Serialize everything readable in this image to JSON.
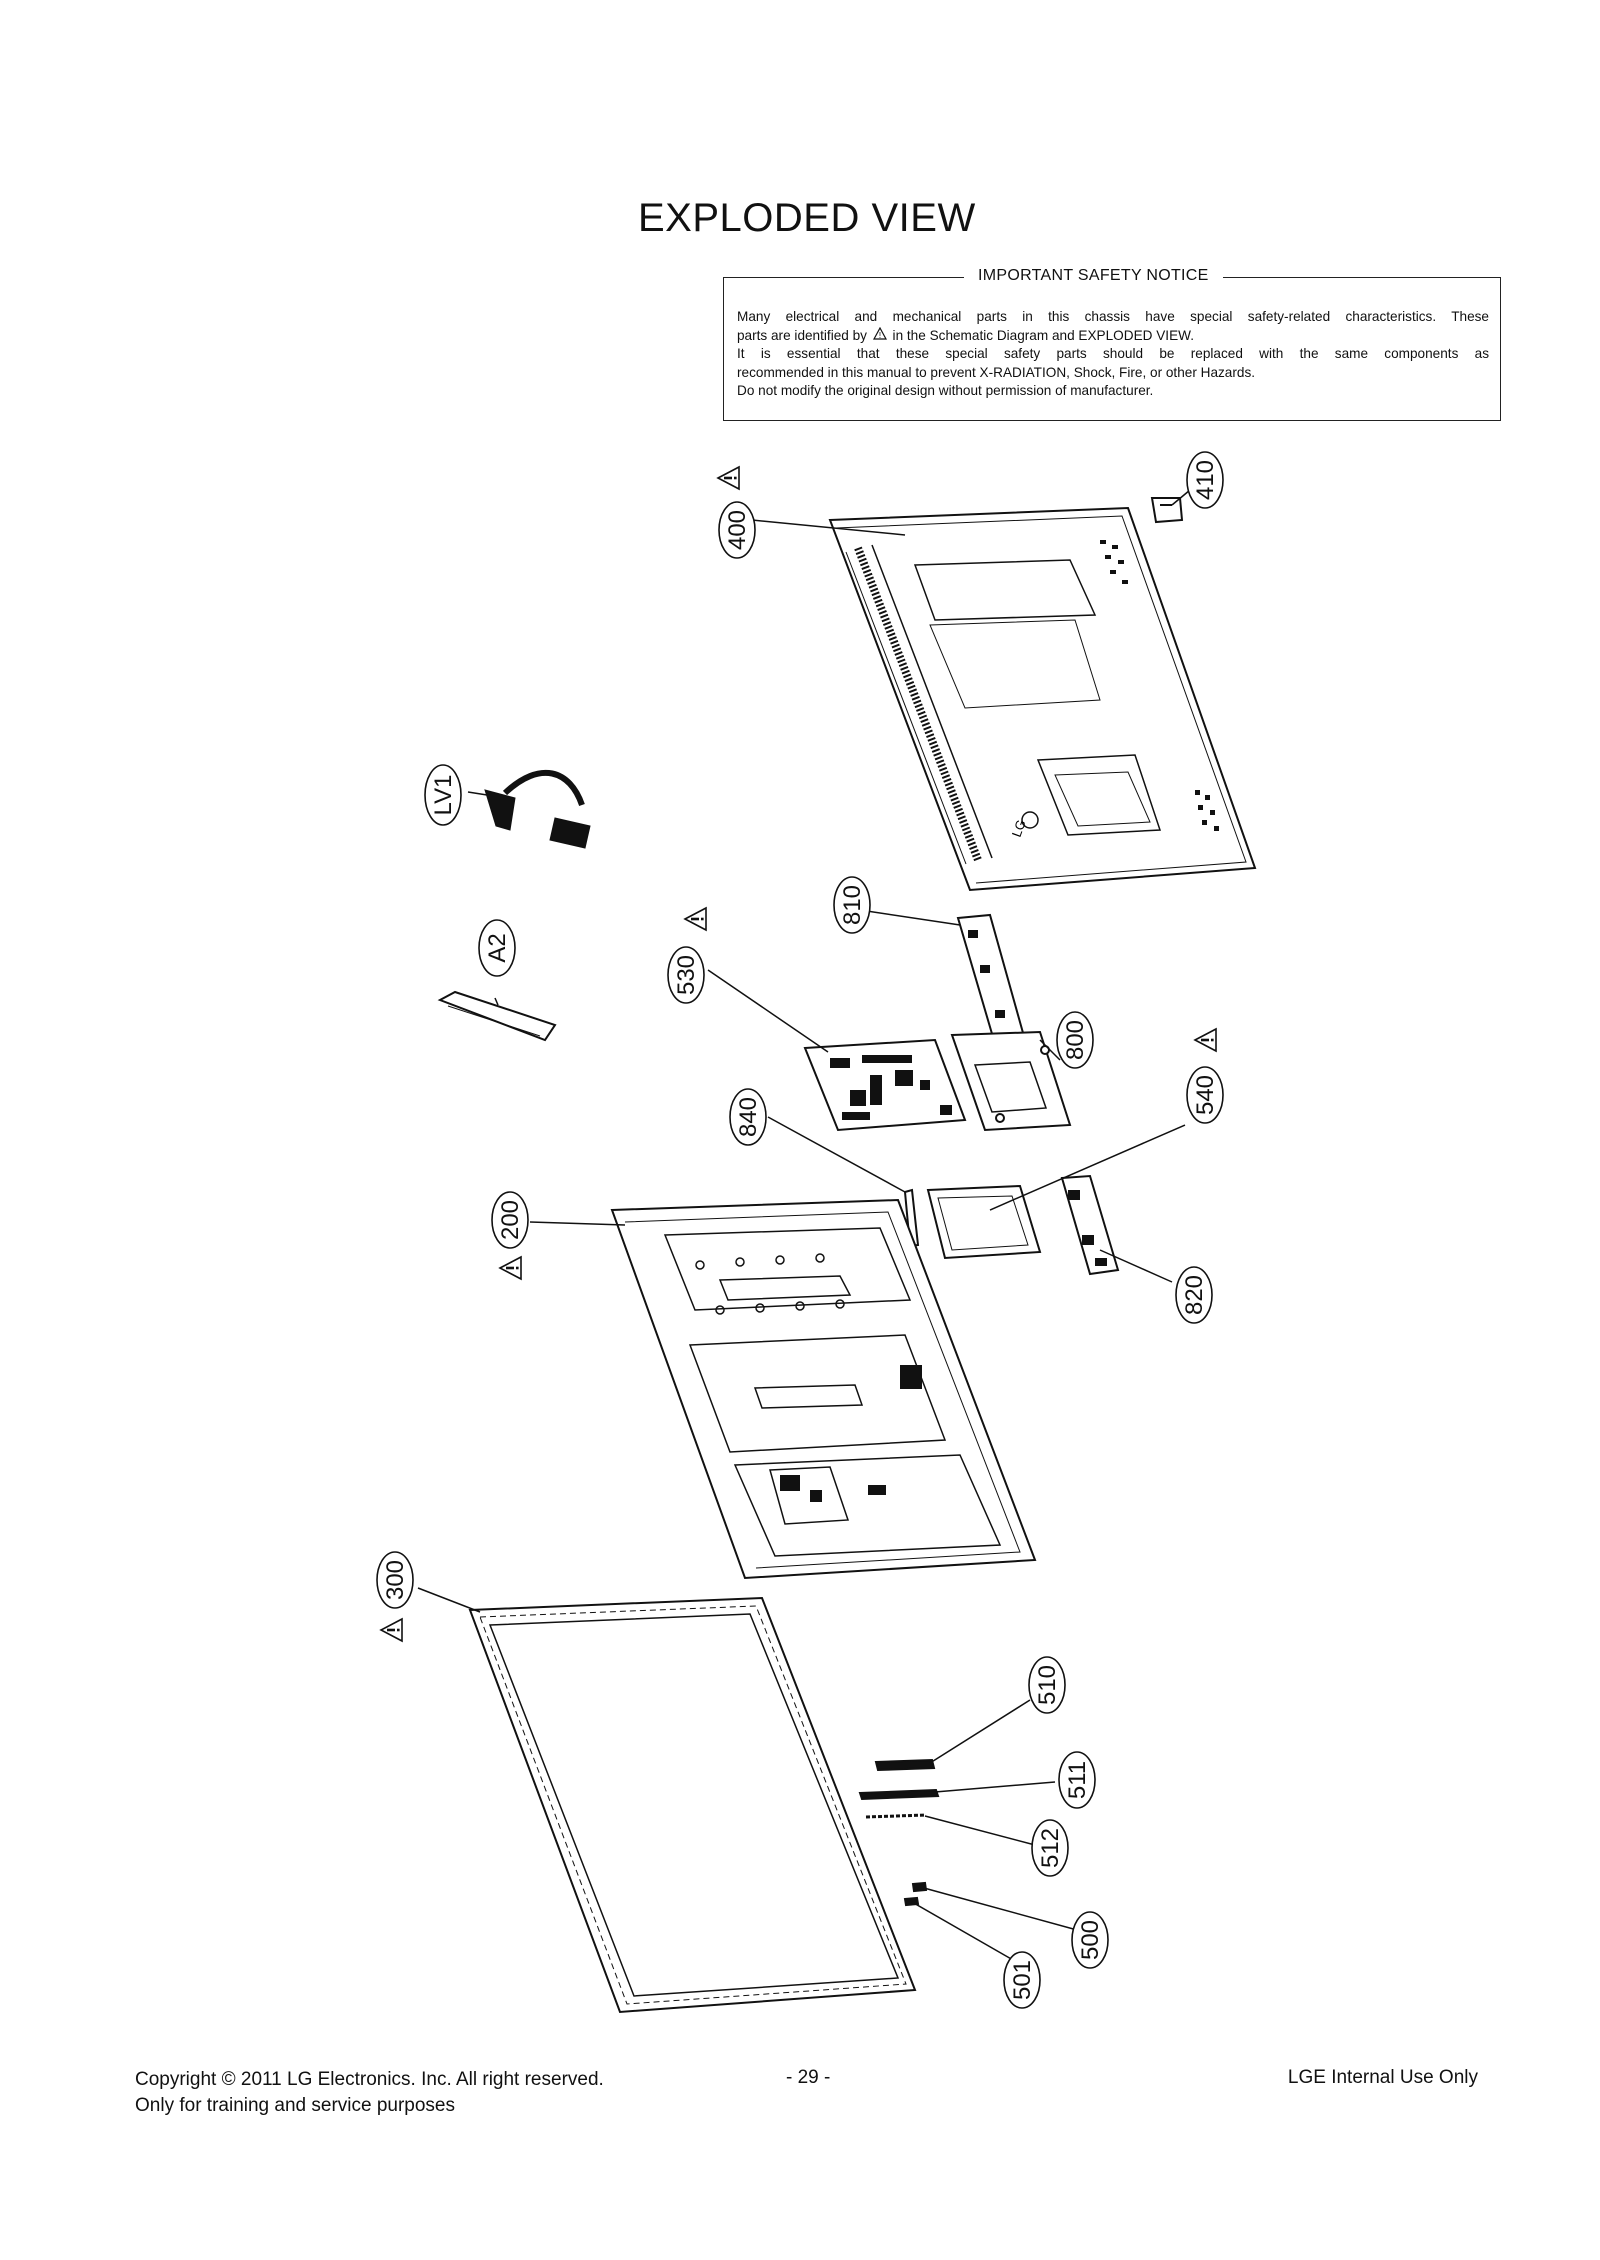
{
  "page": {
    "title": "EXPLODED VIEW"
  },
  "notice": {
    "heading": "IMPORTANT SAFETY NOTICE",
    "line1": "Many electrical and mechanical parts in this chassis have special safety-related characteristics. These",
    "line2a": "parts are identified by",
    "line2b": "in the Schematic Diagram and EXPLODED VIEW.",
    "line3": "It is essential that these special safety parts should be replaced with the same components as",
    "line4": "recommended in this manual to prevent X-RADIATION, Shock, Fire, or other Hazards.",
    "line5": "Do not modify the original design without permission of manufacturer."
  },
  "parts": {
    "p400": "400",
    "p410": "410",
    "lv1": "LV1",
    "a2": "A2",
    "p810": "810",
    "p530": "530",
    "p800": "800",
    "p540": "540",
    "p840": "840",
    "p200": "200",
    "p820": "820",
    "p300": "300",
    "p510": "510",
    "p511": "511",
    "p512": "512",
    "p500": "500",
    "p501": "501",
    "logo": "LG"
  },
  "footer": {
    "copyright_line1": "Copyright  © 2011 LG Electronics. Inc. All right reserved.",
    "copyright_line2": "Only for training and service purposes",
    "page_number": "- 29 -",
    "internal": "LGE Internal Use Only"
  }
}
